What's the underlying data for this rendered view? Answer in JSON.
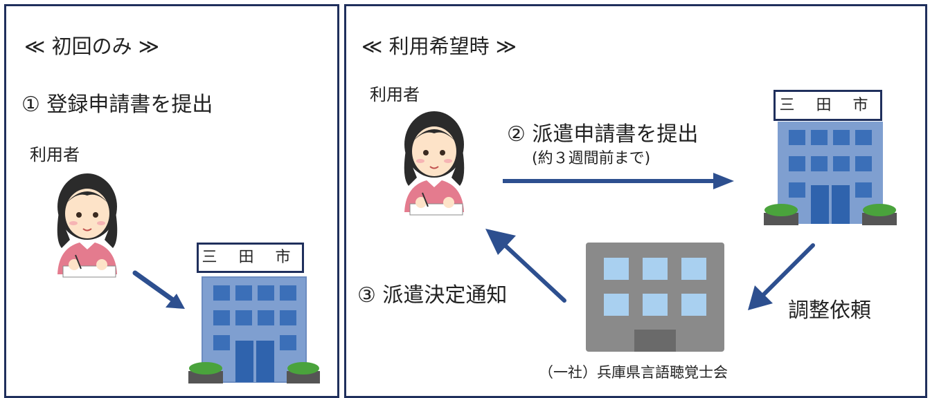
{
  "left_panel": {
    "heading": "≪ 初回のみ ≫",
    "step1": "① 登録申請書を提出",
    "user_label": "利用者",
    "city_sign": "三 田 市"
  },
  "right_panel": {
    "heading": "≪ 利用希望時 ≫",
    "user_label": "利用者",
    "step2": "② 派遣申請書を提出",
    "step2_note": "(約３週間前まで)",
    "city_sign": "三 田 市",
    "step3": "③ 派遣決定通知",
    "coordination": "調整依頼",
    "organization": "（一社）兵庫県言語聴覚士会"
  },
  "colors": {
    "border": "#1f2f5c",
    "arrow": "#2d4f8f",
    "building_blue": "#7f9fd0",
    "building_gray": "#8a8a8a"
  }
}
